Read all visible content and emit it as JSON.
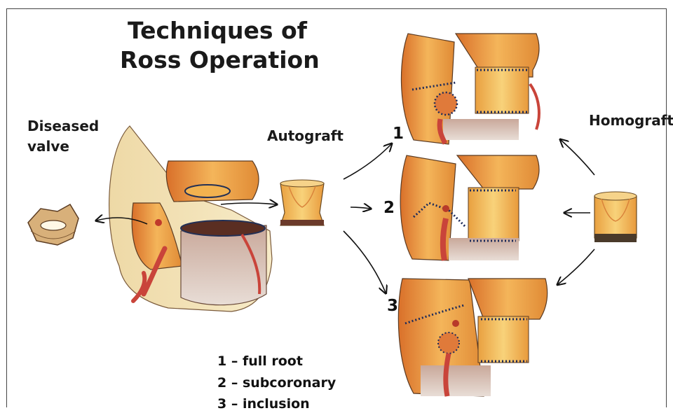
{
  "title": {
    "line1": "Techniques of",
    "line2": "Ross Operation"
  },
  "labels": {
    "diseased_line1": "Diseased",
    "diseased_line2": "valve",
    "autograft": "Autograft",
    "homograft": "Homograft"
  },
  "technique_numbers": [
    "1",
    "2",
    "3"
  ],
  "legend": [
    "1 – full root",
    "2 – subcoronary",
    "3 – inclusion"
  ],
  "colors": {
    "tissue_orange": "#e8943a",
    "tissue_light": "#f2c070",
    "vessel_red": "#c9443a",
    "suture": "#1c2a5a",
    "shadow": "#6b3a2a"
  }
}
